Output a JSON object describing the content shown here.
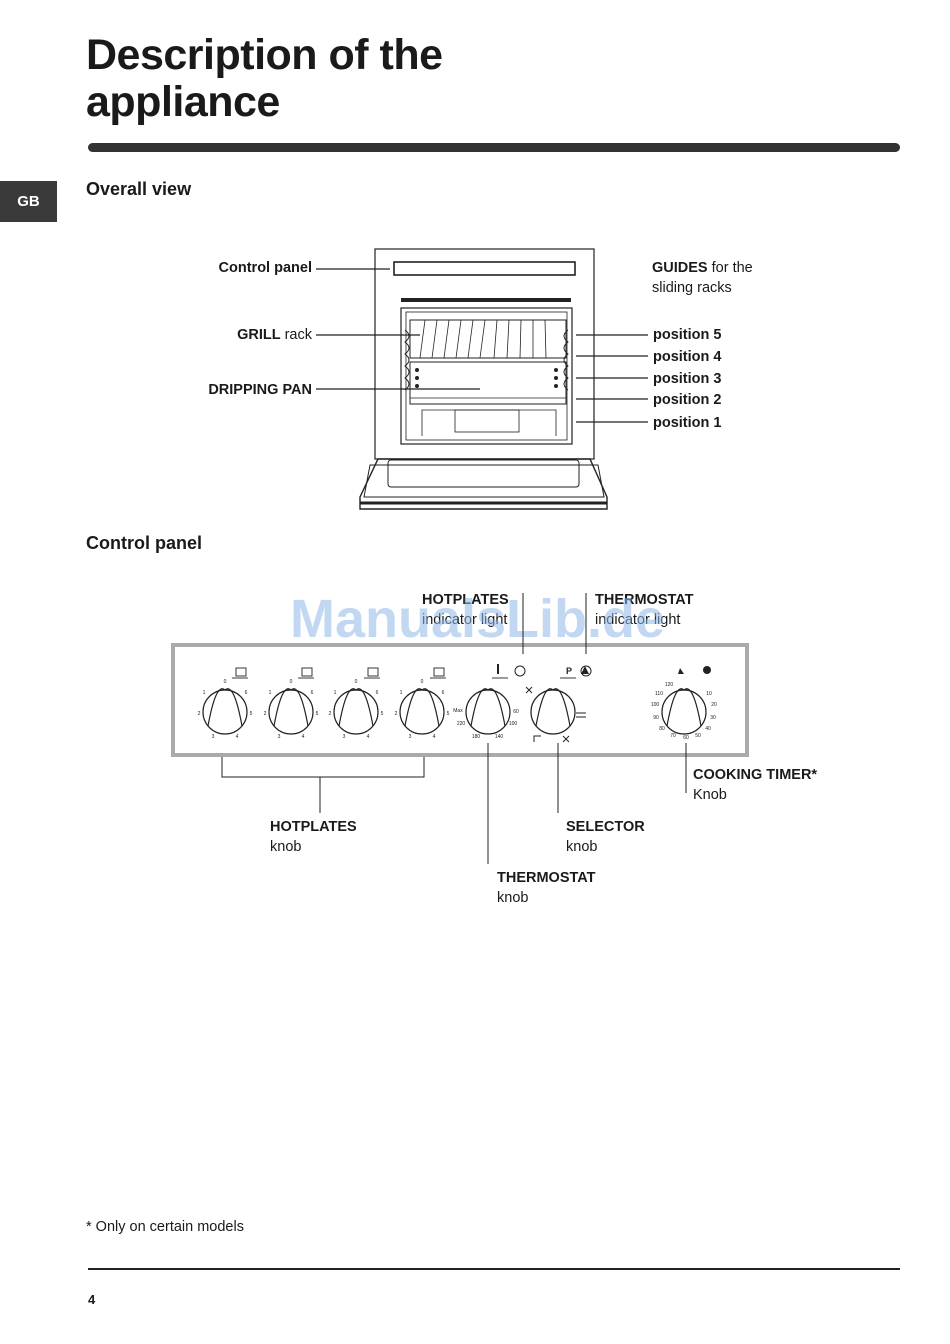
{
  "page": {
    "title_line1": "Description of the",
    "title_line2": "appliance",
    "language_tab": "GB",
    "page_number": "4",
    "footnote": "* Only on certain models",
    "watermark": "ManualsLib.de"
  },
  "overall_view": {
    "heading": "Overall view",
    "labels": {
      "control_panel": "Control panel",
      "grill_bold": "GRILL",
      "grill_rest": " rack",
      "dripping_pan": "DRIPPING PAN",
      "guides_bold": "GUIDES",
      "guides_rest": " for the",
      "guides_line2": "sliding racks",
      "positions": [
        "position 5",
        "position 4",
        "position 3",
        "position 2",
        "position 1"
      ]
    }
  },
  "control_panel": {
    "heading": "Control panel",
    "labels": {
      "hotplates_indicator_bold": "HOTPLATES",
      "hotplates_indicator_sub": "indicator light",
      "thermostat_indicator_bold": "THERMOSTAT",
      "thermostat_indicator_sub": "indicator light",
      "cooking_timer_bold": "COOKING TIMER*",
      "cooking_timer_sub": "Knob",
      "hotplates_knob_bold": "HOTPLATES",
      "hotplates_knob_sub": "knob",
      "selector_bold": "SELECTOR",
      "selector_sub": "knob",
      "thermostat_knob_bold": "THERMOSTAT",
      "thermostat_knob_sub": "knob"
    },
    "hotplate_scale": [
      "0",
      "1",
      "2",
      "3",
      "4",
      "5",
      "6"
    ],
    "thermostat_scale": [
      "Max",
      "220",
      "180",
      "140",
      "100",
      "60"
    ],
    "selector_mark": "P",
    "timer_scale": [
      "120",
      "110",
      "100",
      "90",
      "80",
      "70",
      "60",
      "50",
      "40",
      "30",
      "20",
      "10"
    ]
  }
}
